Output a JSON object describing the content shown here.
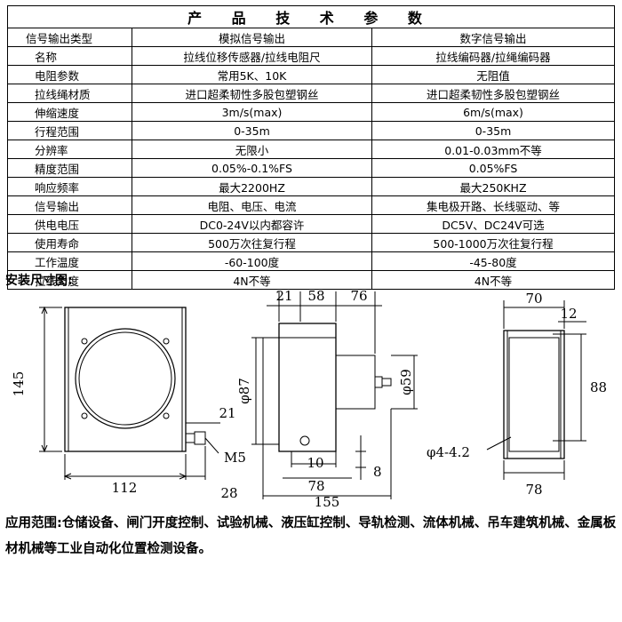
{
  "table": {
    "title": "产 品 技 术 参 数",
    "header": {
      "label": "信号输出类型",
      "analog": "模拟信号输出",
      "digital": "数字信号输出"
    },
    "rows": [
      {
        "label": "名称",
        "analog": "拉线位移传感器/拉线电阻尺",
        "digital": "拉线编码器/拉绳编码器"
      },
      {
        "label": "电阻参数",
        "analog": "常用5K、10K",
        "digital": "无阻值"
      },
      {
        "label": "拉线绳材质",
        "analog": "进口超柔韧性多股包塑钢丝",
        "digital": "进口超柔韧性多股包塑钢丝"
      },
      {
        "label": "伸缩速度",
        "analog": "3m/s(max)",
        "digital": "6m/s(max)"
      },
      {
        "label": "行程范围",
        "analog": "0-35m",
        "digital": "0-35m"
      },
      {
        "label": "分辨率",
        "analog": "无限小",
        "digital": "0.01-0.03mm不等"
      },
      {
        "label": "精度范围",
        "analog": "0.05%-0.1%FS",
        "digital": "0.05%FS"
      },
      {
        "label": "响应频率",
        "analog": "最大2200HZ",
        "digital": "最大250KHZ"
      },
      {
        "label": "信号输出",
        "analog": "电阻、电压、电流",
        "digital": "集电极开路、长线驱动、等"
      },
      {
        "label": "供电电压",
        "analog": "DC0-24V以内都容许",
        "digital": "DC5V、DC24V可选"
      },
      {
        "label": "使用寿命",
        "analog": "500万次往复行程",
        "digital": "500-1000万次往复行程"
      },
      {
        "label": "工作温度",
        "analog": "-60-100度",
        "digital": "-45-80度"
      },
      {
        "label": "拉线力度",
        "analog": "4N不等",
        "digital": "4N不等"
      }
    ]
  },
  "installation": {
    "heading": "安装尺寸图:",
    "front_view": {
      "height": "145",
      "width": "112",
      "offset": "21",
      "thread": "M5",
      "depth": "28"
    },
    "side_view": {
      "d1": "21",
      "d2": "58",
      "d3": "76",
      "diameter_left": "φ87",
      "diameter_right": "φ59",
      "d10": "10",
      "d78": "78",
      "d8": "8",
      "total": "155"
    },
    "back_view": {
      "w70": "70",
      "w12": "12",
      "h88": "88",
      "holes": "φ4-4.2",
      "w78": "78"
    }
  },
  "application": {
    "label": "应用范围:",
    "text": "仓储设备、闸门开度控制、试验机械、液压缸控制、导轨检测、流体机械、吊车建筑机械、金属板材机械等工业自动化位置检测设备。"
  }
}
